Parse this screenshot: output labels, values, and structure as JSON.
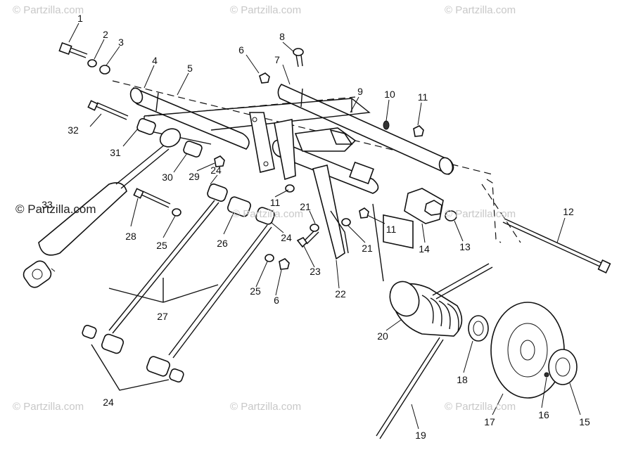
{
  "watermarks": {
    "top_left": "© Partzilla.com",
    "top_center": "© Partzilla.com",
    "top_right": "© Partzilla.com",
    "mid_left": "© Partzilla.com",
    "mid_center": "© Partzilla.com",
    "mid_right": "© Partzilla.com",
    "bottom_left": "© Partzilla.com",
    "bottom_center": "© Partzilla.com",
    "bottom_right": "© Partzilla.com"
  },
  "callouts": {
    "p1": "1",
    "p2": "2",
    "p3": "3",
    "p4": "4",
    "p5": "5",
    "p6": "6",
    "p6b": "6",
    "p7": "7",
    "p8": "8",
    "p9": "9",
    "p10": "10",
    "p11": "11",
    "p11b": "11",
    "p11c": "11",
    "p12": "12",
    "p13": "13",
    "p14": "14",
    "p15": "15",
    "p16": "16",
    "p17": "17",
    "p18": "18",
    "p19": "19",
    "p20": "20",
    "p21": "21",
    "p21b": "21",
    "p22": "22",
    "p23": "23",
    "p24": "24",
    "p24b": "24",
    "p24c": "24",
    "p25": "25",
    "p25b": "25",
    "p26": "26",
    "p27": "27",
    "p28": "28",
    "p29": "29",
    "p30": "30",
    "p31": "31",
    "p32": "32",
    "p33": "33"
  },
  "colors": {
    "ink": "#111111",
    "watermark": "#c8c8c8",
    "background": "#ffffff"
  }
}
